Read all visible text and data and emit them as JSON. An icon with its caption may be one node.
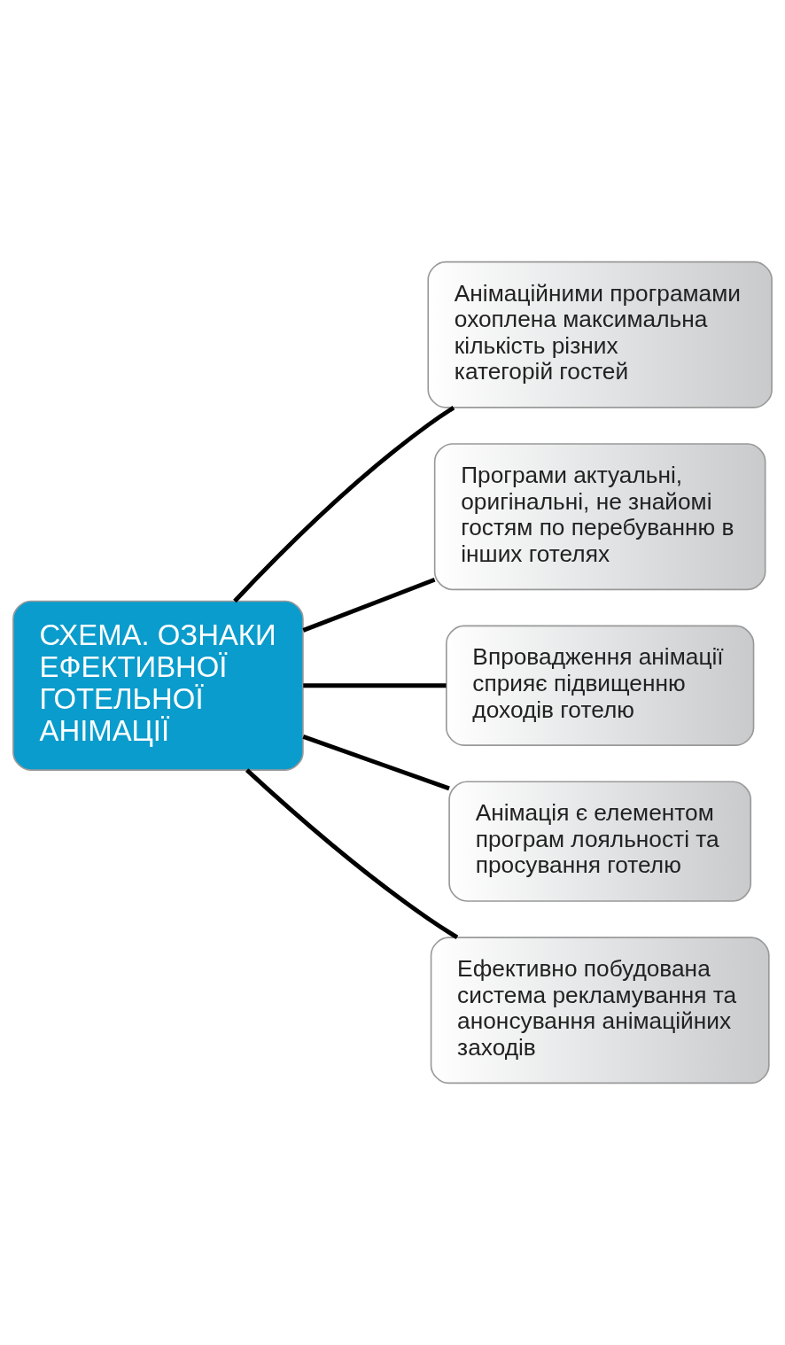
{
  "diagram": {
    "nodes": [
      {
        "text": [
          "СХЕМА. ОЗНАКИ ЕФЕКТИВНОЇ ГОТЕЛЬНОЇ АНІМАЦІЇ"
        ]
      },
      {
        "text": [
          "Анімаційними програмами охоплена максимальна кількість різних категорій гостей"
        ]
      },
      {
        "text": [
          "Програми актуальні, оригінальні, не знайомі гостям по перебуванню в інших готелях"
        ]
      },
      {
        "text": [
          "Впровадження анімації сприяє підвищенню доходів готелю"
        ]
      },
      {
        "text": [
          "Анімація є елементом програм лояльності та просування готелю"
        ]
      },
      {
        "text": [
          "Ефективно побудована система рекламування та анонсування анімаційних заходів"
        ]
      }
    ],
    "edges": [
      {
        "from": 0,
        "to": 1,
        "arrow": "none"
      },
      {
        "from": 0,
        "to": 2,
        "arrow": "none"
      },
      {
        "from": 0,
        "to": 3,
        "arrow": "none"
      },
      {
        "from": 0,
        "to": 4,
        "arrow": "none"
      },
      {
        "from": 0,
        "to": 5,
        "arrow": "none"
      }
    ]
  }
}
